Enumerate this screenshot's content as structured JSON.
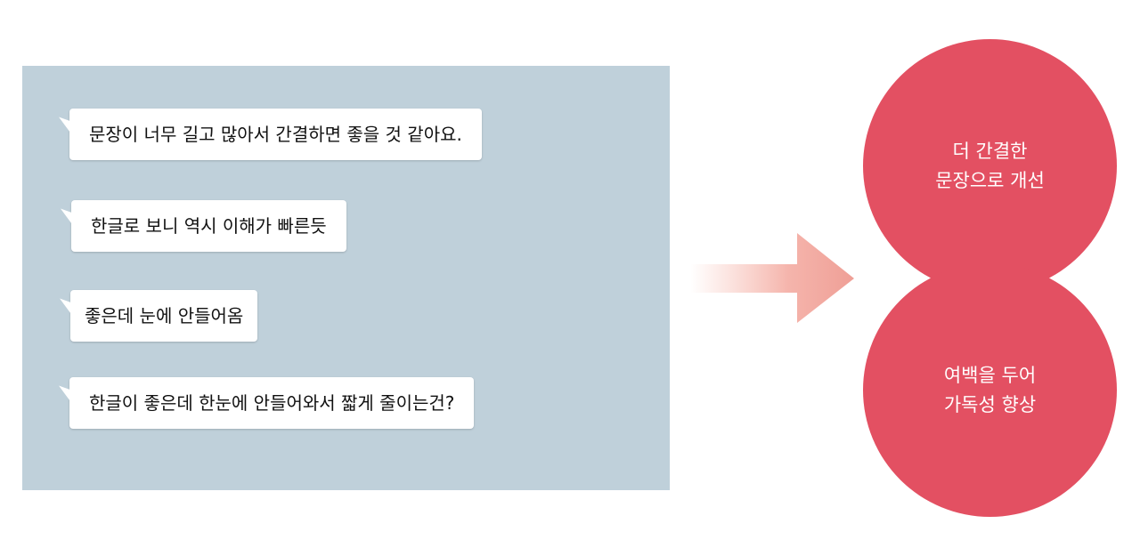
{
  "feedback": {
    "comments": [
      "문장이 너무 길고 많아서 간결하면 좋을 것 같아요.",
      "한글로 보니 역시 이해가 빠른듯",
      "좋은데 눈에 안들어옴",
      "한글이 좋은데 한눈에 안들어와서 짧게 줄이는건?"
    ]
  },
  "improvements": [
    {
      "line1": "더 간결한",
      "line2": "문장으로 개선"
    },
    {
      "line1": "여백을 두어",
      "line2": "가독성 향상"
    }
  ],
  "colors": {
    "panel": "#bfd0da",
    "circle": "#e35062",
    "arrow": "#f0a39a"
  },
  "icons": {
    "arrow": "right-arrow-icon"
  }
}
